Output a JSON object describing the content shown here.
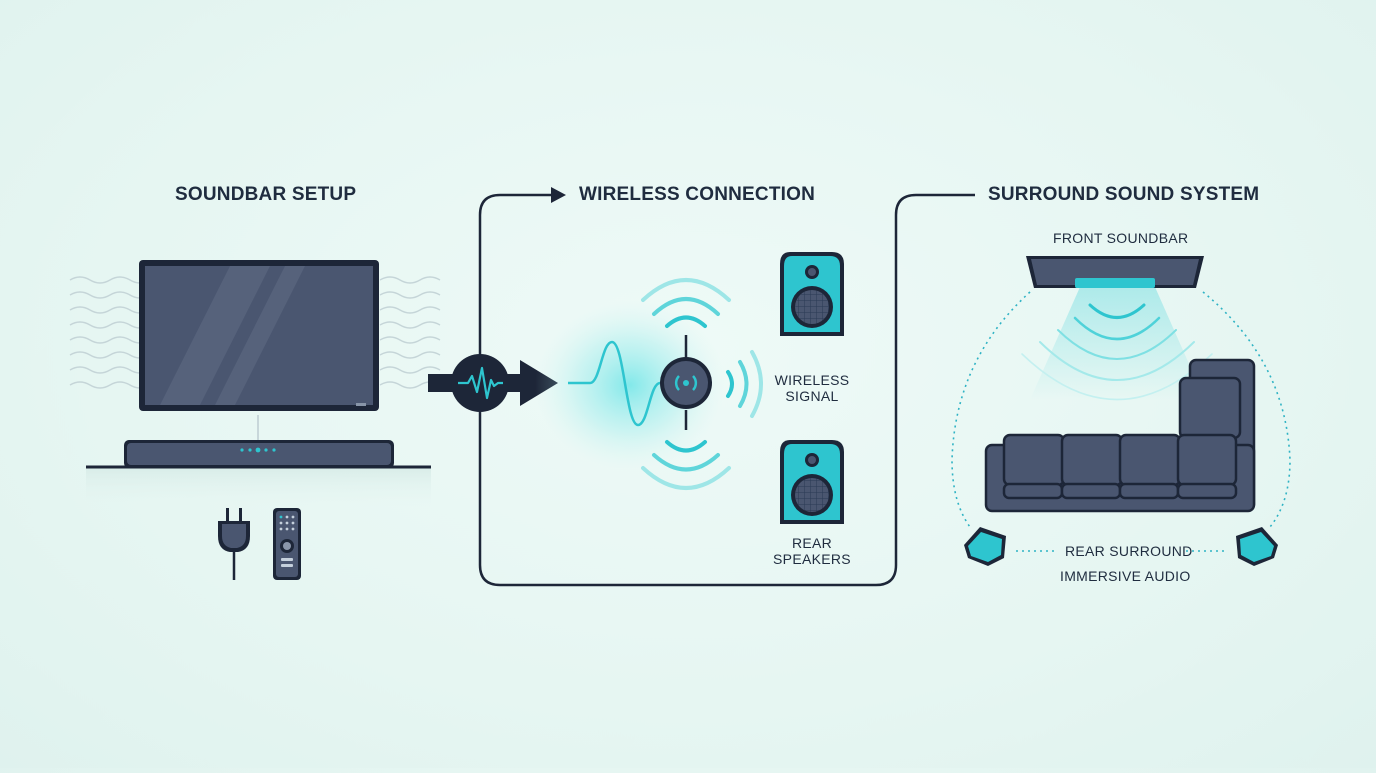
{
  "sections": {
    "setup_title": "SOUNDBAR SETUP",
    "wireless_title": "WIRELESS CONNECTION",
    "surround_title": "SURROUND SOUND SYSTEM"
  },
  "labels": {
    "wireless_signal": "WIRELESS SIGNAL",
    "rear_speakers": "REAR SPEAKERS",
    "front_soundbar": "FRONT SOUNDBAR",
    "rear_surround": "REAR SURROUND",
    "immersive_audio": "IMMERSIVE AUDIO"
  },
  "colors": {
    "navy": "#1d2638",
    "slate": "#4a5670",
    "teal": "#2ec5cf",
    "teal_light": "#7fe0e3",
    "line_dark": "#1a2233"
  },
  "icons": [
    "tv-icon",
    "soundbar-icon",
    "power-plug-icon",
    "remote-icon",
    "audio-pulse-icon",
    "wireless-hub-icon",
    "speaker-icon",
    "sofa-icon",
    "rear-surround-speaker-icon"
  ]
}
